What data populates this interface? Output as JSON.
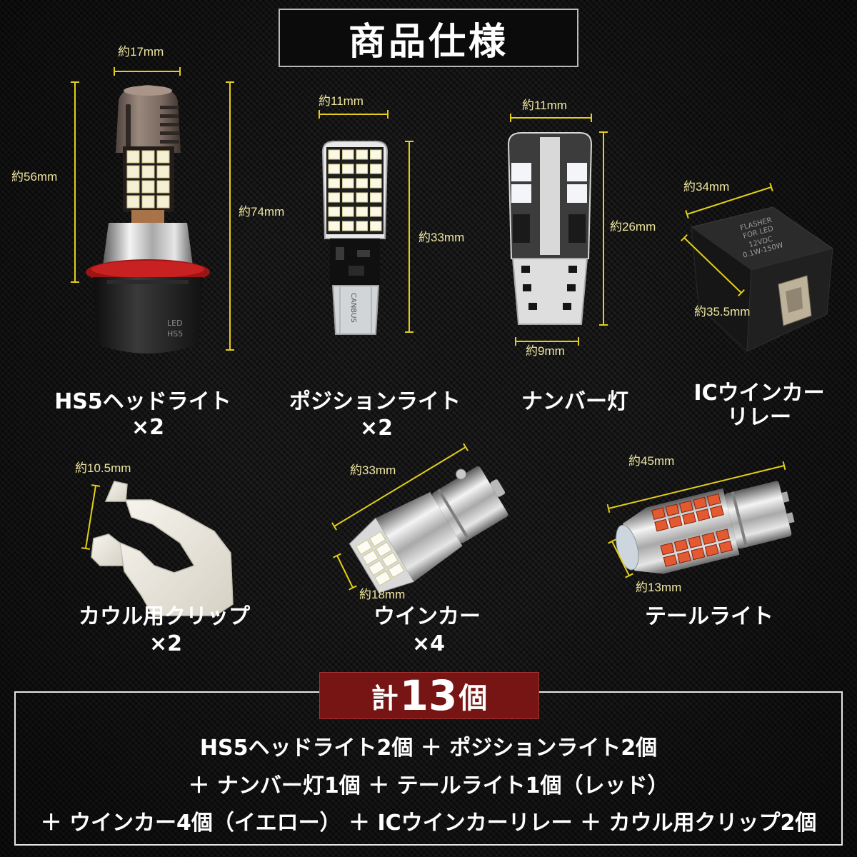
{
  "title": "商品仕様",
  "products": {
    "headlight": {
      "name": "HS5ヘッドライト",
      "qty": "×2",
      "dim_width": "約17mm",
      "dim_body": "約56mm",
      "dim_total": "約74mm",
      "markings": [
        "LED",
        "HS5"
      ]
    },
    "position": {
      "name": "ポジションライト",
      "qty": "×2",
      "dim_width": "約11mm",
      "dim_height": "約33mm",
      "marking": "CANBUS"
    },
    "number": {
      "name": "ナンバー灯",
      "dim_width": "約11mm",
      "dim_height": "約26mm",
      "dim_base": "約9mm"
    },
    "relay": {
      "name_line1": "ICウインカー",
      "name_line2": "リレー",
      "dim_width": "約34mm",
      "dim_depth": "約35.5mm",
      "markings": [
        "FLASHER",
        "FOR LED",
        "12VDC",
        "0.1W-150W"
      ]
    },
    "clip": {
      "name": "カウル用クリップ",
      "qty": "×2",
      "dim_width": "約10.5mm"
    },
    "winker": {
      "name": "ウインカー",
      "qty": "×4",
      "dim_length": "約33mm",
      "dim_diameter": "約18mm"
    },
    "tail": {
      "name": "テールライト",
      "dim_length": "約45mm",
      "dim_diameter": "約13mm"
    }
  },
  "summary": {
    "total_prefix": "計",
    "total_count": "13",
    "total_unit": "個",
    "lines": [
      "HS5ヘッドライト2個 ＋ ポジションライト2個",
      "＋ ナンバー灯1個 ＋ テールライト1個（レッド）",
      "＋ ウインカー4個（イエロー） ＋ ICウインカーリレー ＋ カウル用クリップ2個"
    ]
  },
  "colors": {
    "dimension": "#e3cf19",
    "header_tab": "#771515",
    "background": "#141414",
    "text": "#ffffff"
  }
}
